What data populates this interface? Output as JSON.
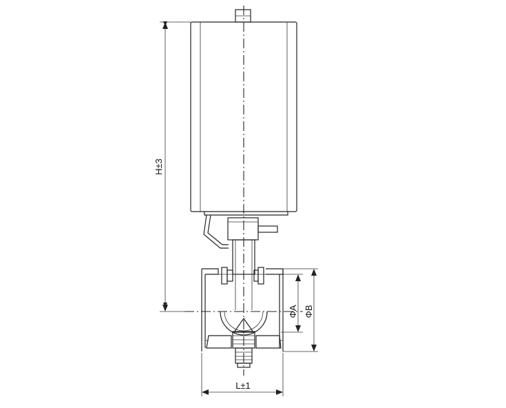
{
  "labels": {
    "height": "H±3",
    "length": "L±1",
    "diameter_a": "ΦA",
    "diameter_b": "ΦB"
  },
  "colors": {
    "line": "#222222",
    "background": "#ffffff"
  }
}
